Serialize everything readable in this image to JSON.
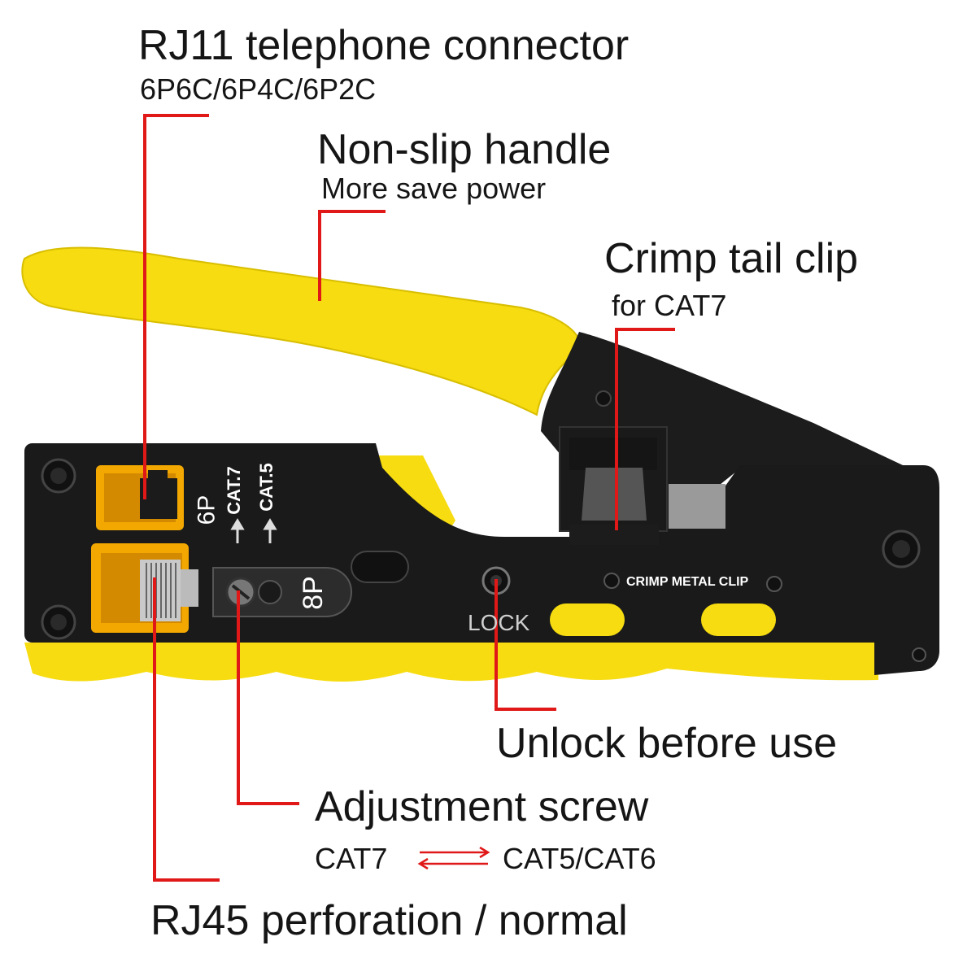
{
  "callouts": {
    "rj11": {
      "title": "RJ11 telephone connector",
      "subtitle": "6P6C/6P4C/6P2C"
    },
    "handle": {
      "title": "Non-slip handle",
      "subtitle": "More save power"
    },
    "crimp_tail": {
      "title": "Crimp tail clip",
      "subtitle": "for CAT7"
    },
    "unlock": {
      "title": "Unlock before use"
    },
    "adjust": {
      "title": "Adjustment screw",
      "left": "CAT7",
      "right": "CAT5/CAT6"
    },
    "rj45": {
      "title": "RJ45 perforation / normal"
    }
  },
  "tool_markings": {
    "port_6p": "6P",
    "cat7": "CAT.7",
    "cat5": "CAT.5",
    "port_8p": "8P",
    "lock": "LOCK",
    "crimp_metal_clip": "CRIMP METAL CLIP"
  },
  "colors": {
    "leader": "#e01818",
    "yellow": "#f6dc10",
    "black": "#1a1a1a",
    "text": "#151515"
  }
}
